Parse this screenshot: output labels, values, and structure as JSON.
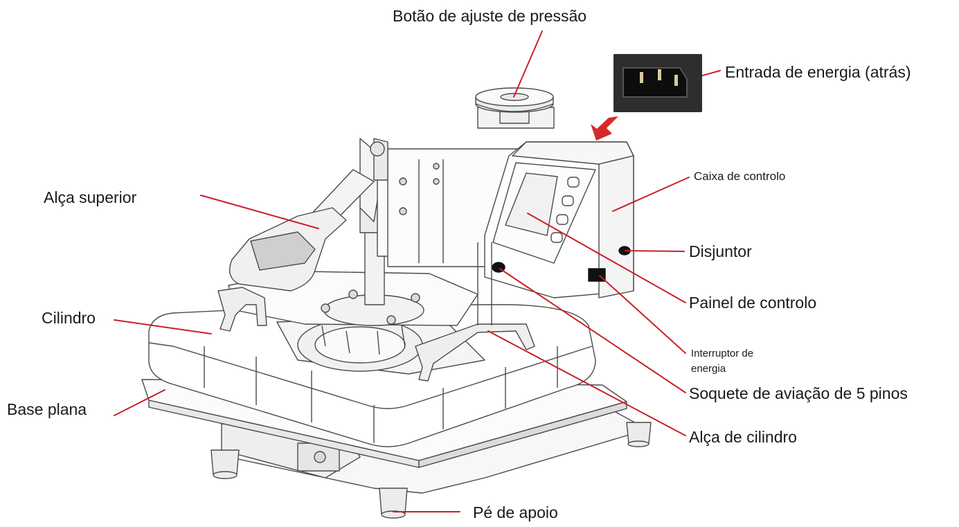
{
  "labels": {
    "pressure_knob": "Botão de ajuste de pressão",
    "power_inlet": "Entrada de energia (atrás)",
    "control_box": "Caixa de controlo",
    "upper_handle": "Alça superior",
    "breaker": "Disjuntor",
    "cylinder": "Cilindro",
    "control_panel": "Painel de controlo",
    "power_switch_line1": "Interruptor  de",
    "power_switch_line2": "energia",
    "aviation_socket": "Soquete de aviação de 5 pinos",
    "flat_base": "Base plana",
    "cylinder_handle": "Alça de cilindro",
    "support_foot": "Pé de apoio"
  },
  "colors": {
    "leader_line": "#c8202a",
    "arrow": "#d62a2a",
    "line_art": "#4a4a4a",
    "text": "#1a1a1a"
  }
}
